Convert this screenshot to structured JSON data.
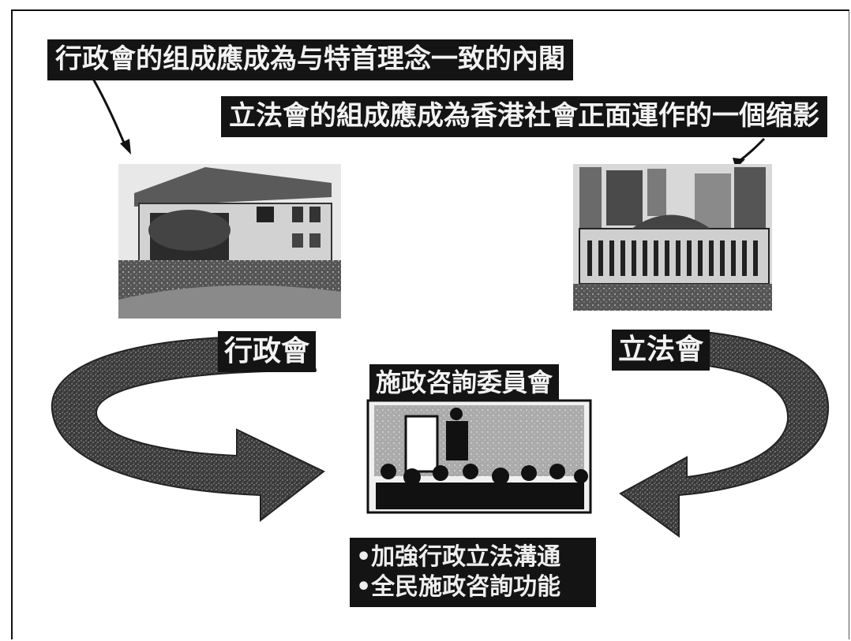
{
  "titles": {
    "exco_statement": "行政會的组成應成為与特首理念一致的內閣",
    "legco_statement": "立法會的組成應成為香港社會正面運作的一個缩影"
  },
  "tags": {
    "exco": "行政會",
    "legco": "立法會",
    "council": "施政咨詢委員會"
  },
  "bullets": [
    "•加強行政立法溝通",
    "•全民施政咨詢功能"
  ]
}
